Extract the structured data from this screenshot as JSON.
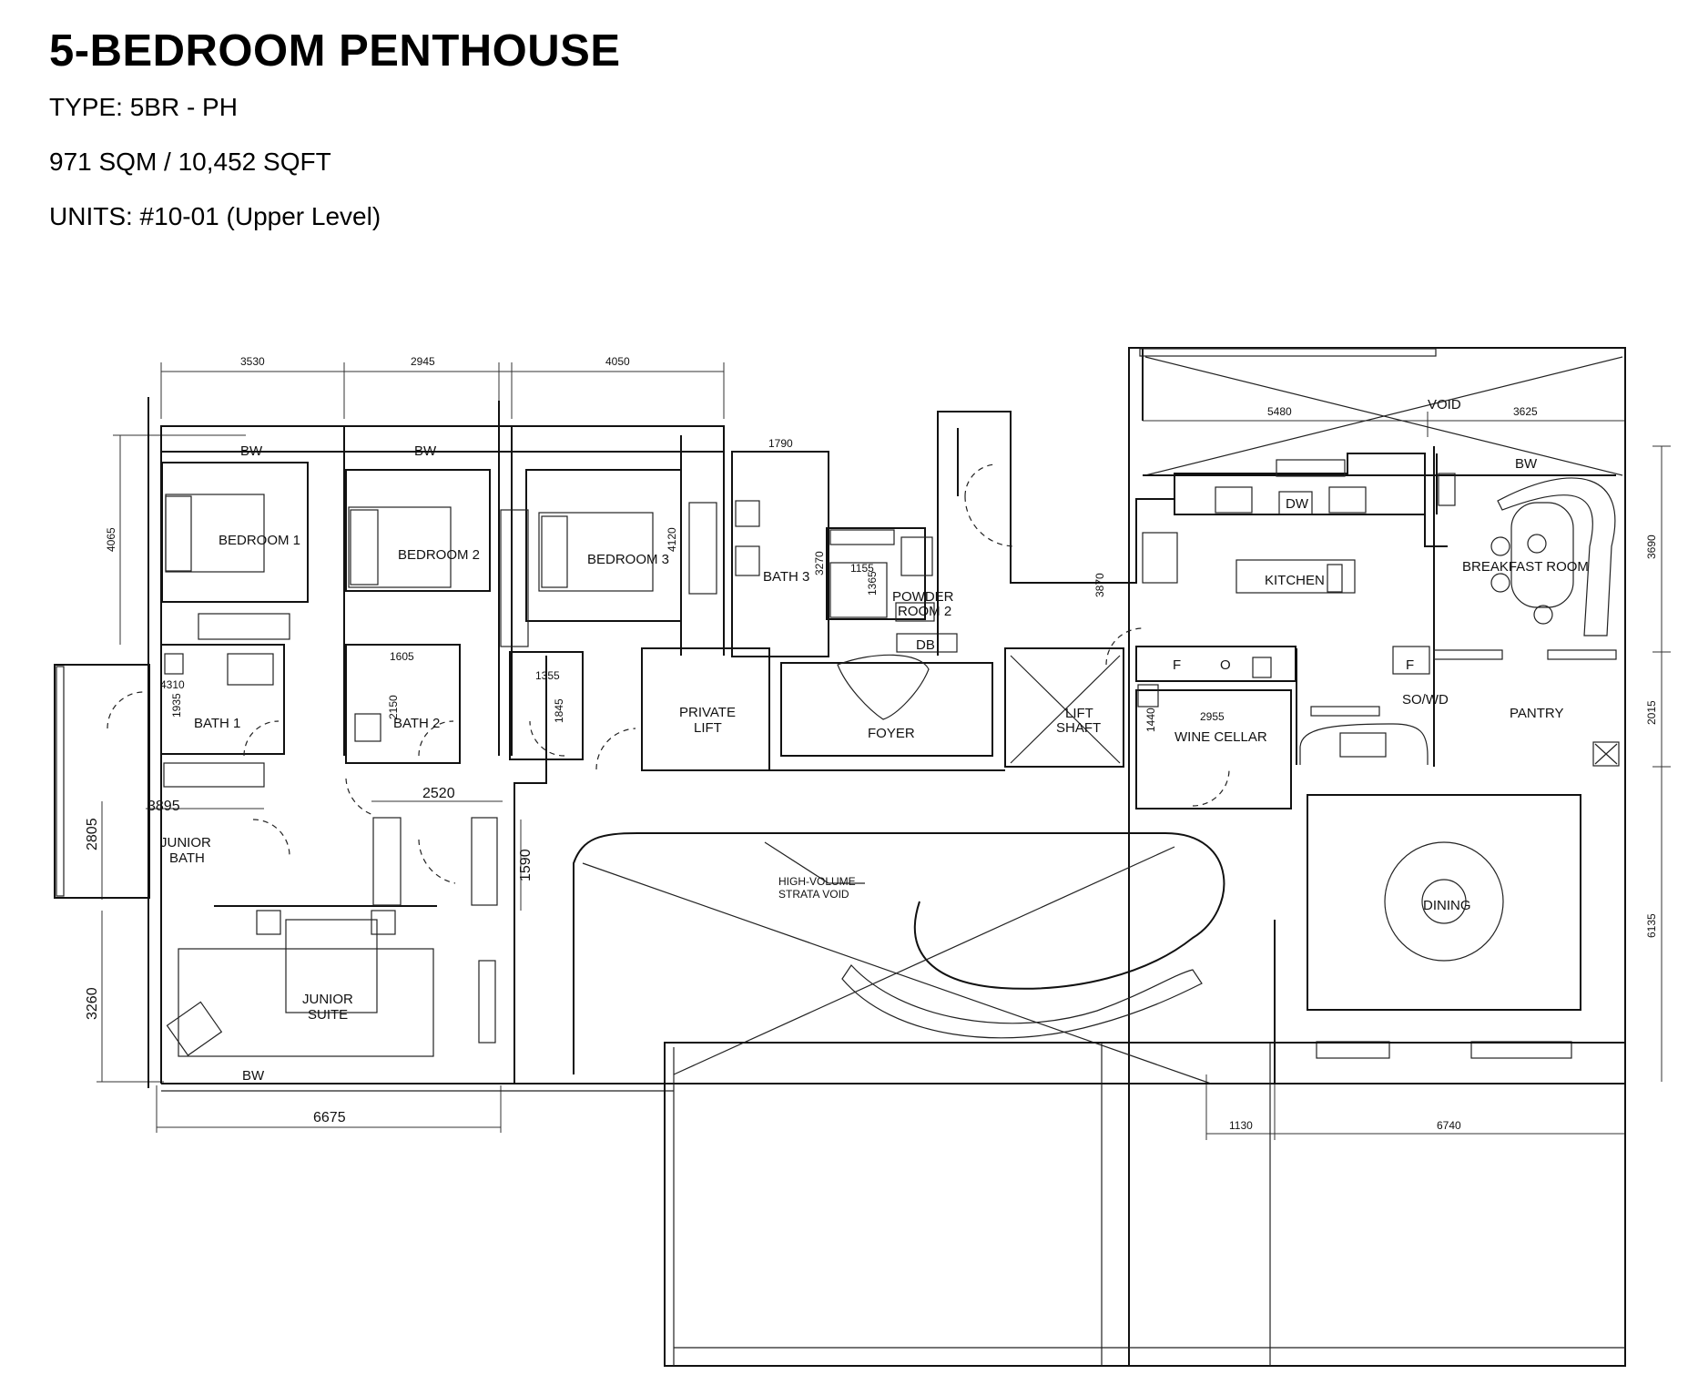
{
  "header": {
    "title": "5-BEDROOM PENTHOUSE",
    "type": "TYPE: 5BR - PH",
    "area": "971 SQM / 10,452 SQFT",
    "units": "UNITS:  #10-01 (Upper Level)"
  },
  "plan": {
    "rooms": {
      "bedroom1": "BEDROOM 1",
      "bedroom2": "BEDROOM 2",
      "bedroom3": "BEDROOM 3",
      "bath1": "BATH 1",
      "bath2": "BATH 2",
      "bath3": "BATH 3",
      "junior_bath": [
        "JUNIOR",
        "BATH"
      ],
      "junior_suite": [
        "JUNIOR",
        "SUITE"
      ],
      "private_lift": [
        "PRIVATE",
        "LIFT"
      ],
      "foyer": "FOYER",
      "powder_room": [
        "POWDER",
        "ROOM 2"
      ],
      "db": "DB",
      "lift_shaft": [
        "LIFT",
        "SHAFT"
      ],
      "kitchen": "KITCHEN",
      "breakfast_room": "BREAKFAST ROOM",
      "pantry": "PANTRY",
      "wine_cellar": "WINE CELLAR",
      "sowd": "SO/WD",
      "dining": "DINING",
      "void": "VOID",
      "strata_void": [
        "HIGH-VOLUME",
        "STRATA VOID"
      ]
    },
    "markers": {
      "bw": "BW",
      "dw": "DW",
      "f": "F",
      "o": "O"
    },
    "dimensions": {
      "d3530": "3530",
      "d2945": "2945",
      "d4050": "4050",
      "d1790": "1790",
      "d5480": "5480",
      "d3625": "3625",
      "d4065": "4065",
      "d4120": "4120",
      "d3270": "3270",
      "d1155": "1155",
      "d1365": "1365",
      "d3870": "3870",
      "d3690": "3690",
      "d4310": "4310",
      "d1935": "1935",
      "d1605": "1605",
      "d2150": "2150",
      "d1355": "1355",
      "d1845": "1845",
      "d1440": "1440",
      "d2955": "2955",
      "d2015": "2015",
      "d3895": "3895",
      "d2805": "2805",
      "d2520": "2520",
      "d1590": "1590",
      "d3260": "3260",
      "d6675": "6675",
      "d1130": "1130",
      "d6740": "6740",
      "d6135": "6135"
    }
  }
}
